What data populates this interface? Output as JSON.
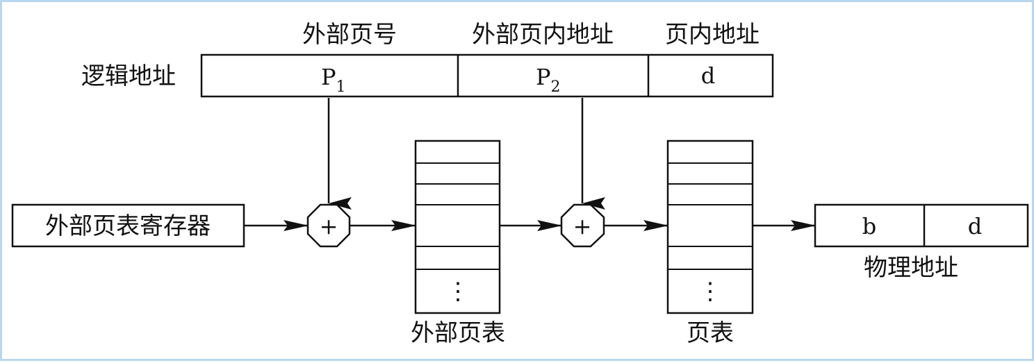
{
  "logical_address": {
    "label": "逻辑地址",
    "headers": {
      "outer_page_no": "外部页号",
      "outer_page_offset": "外部页内地址",
      "page_offset": "页内地址"
    },
    "fields": {
      "p1_main": "P",
      "p1_sub": "1",
      "p2_main": "P",
      "p2_sub": "2",
      "d": "d"
    }
  },
  "outer_page_table_register": {
    "label": "外部页表寄存器"
  },
  "adders": {
    "symbol": "+"
  },
  "outer_page_table": {
    "label": "外部页表",
    "ellipsis": "⋮"
  },
  "page_table": {
    "label": "页表",
    "ellipsis": "⋮"
  },
  "physical_address": {
    "label": "物理地址",
    "fields": {
      "b": "b",
      "d": "d"
    }
  }
}
